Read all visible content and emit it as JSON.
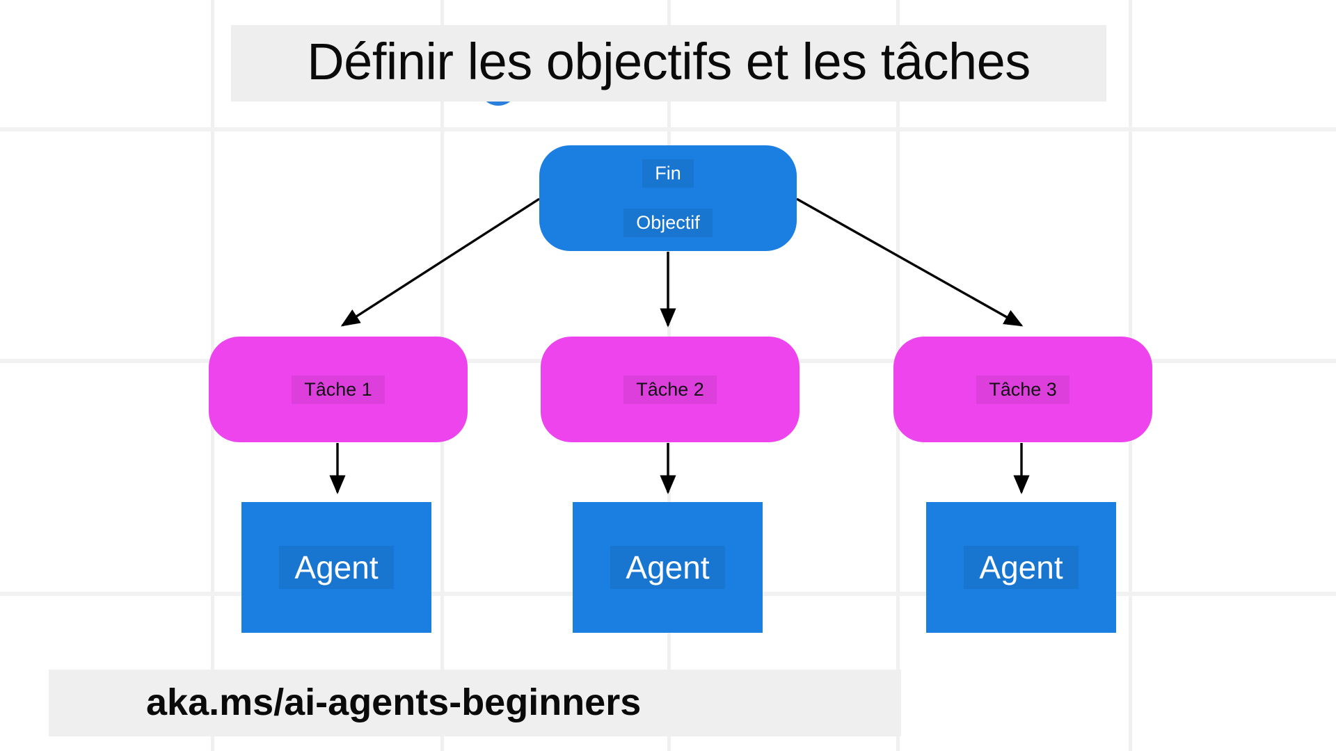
{
  "page": {
    "title": "Définir les objectifs et les tâches",
    "background_color": "#ffffff",
    "grid_color": "#f0f0f0"
  },
  "title_banner": {
    "text": "Définir les objectifs et les tâches",
    "background_color": "#eeeeee",
    "text_color": "#0a0a0a"
  },
  "decoration": {
    "dot_icon_color": "#2b7fdc"
  },
  "diagram": {
    "type": "flowchart",
    "goal_node": {
      "line1": "Fin",
      "line2": "Objectif",
      "color": "#1a7fe0",
      "text_color": "#ffffff"
    },
    "tasks": [
      {
        "label": "Tâche 1",
        "color": "#ee44ee",
        "text_color": "#121212"
      },
      {
        "label": "Tâche 2",
        "color": "#ee44ee",
        "text_color": "#121212"
      },
      {
        "label": "Tâche 3",
        "color": "#ee44ee",
        "text_color": "#121212"
      }
    ],
    "agents": [
      {
        "label": "Agent",
        "color": "#1a7fe0",
        "text_color": "#ffffff"
      },
      {
        "label": "Agent",
        "color": "#1a7fe0",
        "text_color": "#ffffff"
      },
      {
        "label": "Agent",
        "color": "#1a7fe0",
        "text_color": "#ffffff"
      }
    ],
    "edge_color": "#000000"
  },
  "footer": {
    "link_text": "aka.ms/ai-agents-beginners",
    "background_color": "#efefef",
    "text_color": "#0a0a0a"
  }
}
